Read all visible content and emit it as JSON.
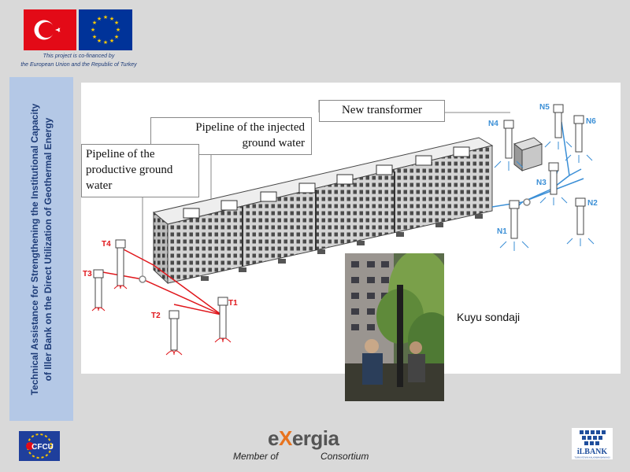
{
  "header": {
    "cofinance_line1": "This project is co-financed by",
    "cofinance_line2": "the European Union and the Republic of Turkey"
  },
  "sidebar": {
    "title_line1": "Technical Assistance for Strengthening the Institutional Capacity",
    "title_line2": "of Iller Bank on the Direct Utilization of Geothermal Energy"
  },
  "diagram": {
    "callouts": {
      "new_transformer": "New transformer",
      "injected_line1": "Pipeline of the injected",
      "injected_line2": "ground water",
      "productive_line1": "Pipeline of the",
      "productive_line2": "productive ground",
      "productive_line3": "water"
    },
    "wells_red": [
      "T1",
      "T2",
      "T3",
      "T4"
    ],
    "wells_blue": [
      "N1",
      "N2",
      "N3",
      "N4",
      "N5",
      "N6"
    ],
    "colors": {
      "production": "#e0161b",
      "injection": "#3b8fd6"
    }
  },
  "photo": {
    "caption": "Kuyu sondaji"
  },
  "footer": {
    "cfcu_label": "CFCU",
    "exergia_e": "e",
    "exergia_x": "X",
    "exergia_rest": "ergia",
    "member_text": "Member of",
    "consortium_text": "Consortium",
    "ilbank_label": "iLBANK",
    "ilbank_sub": "TURKIYE'NIN KALKINMA BANKASI"
  }
}
